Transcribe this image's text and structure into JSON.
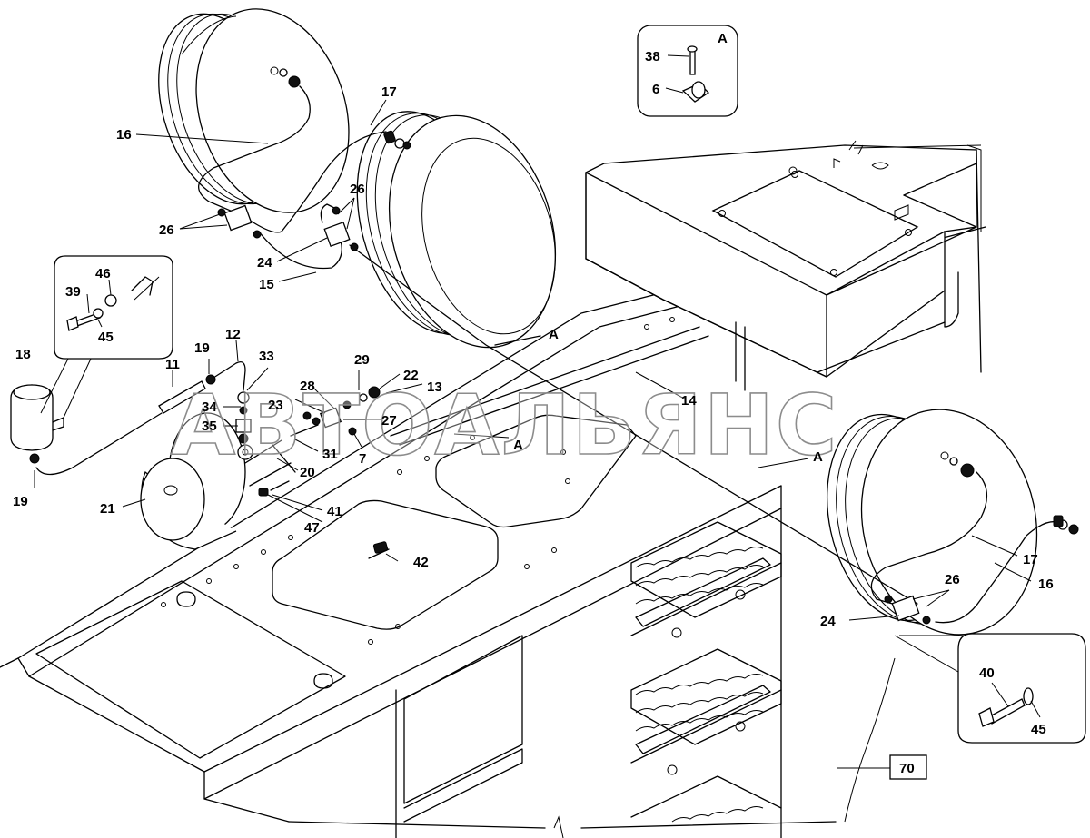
{
  "watermark": "АВТОАЛЬЯНС",
  "callouts": {
    "c6": "6",
    "c7": "7",
    "c11": "11",
    "c12": "12",
    "c13": "13",
    "c14": "14",
    "c15": "15",
    "c16a": "16",
    "c16b": "16",
    "c17a": "17",
    "c17b": "17",
    "c18": "18",
    "c19a": "19",
    "c19b": "19",
    "c20": "20",
    "c21": "21",
    "c22": "22",
    "c23": "23",
    "c24a": "24",
    "c24b": "24",
    "c26a": "26",
    "c26b": "26",
    "c26c": "26",
    "c27": "27",
    "c28": "28",
    "c29": "29",
    "c31": "31",
    "c33": "33",
    "c34": "34",
    "c35": "35",
    "c38": "38",
    "c39": "39",
    "c40": "40",
    "c41": "41",
    "c42": "42",
    "c45a": "45",
    "c45b": "45",
    "c46": "46",
    "c47": "47",
    "c70": "70",
    "viewA_inset": "A",
    "viewA_1": "A",
    "viewA_2": "A",
    "viewA_3": "A"
  }
}
